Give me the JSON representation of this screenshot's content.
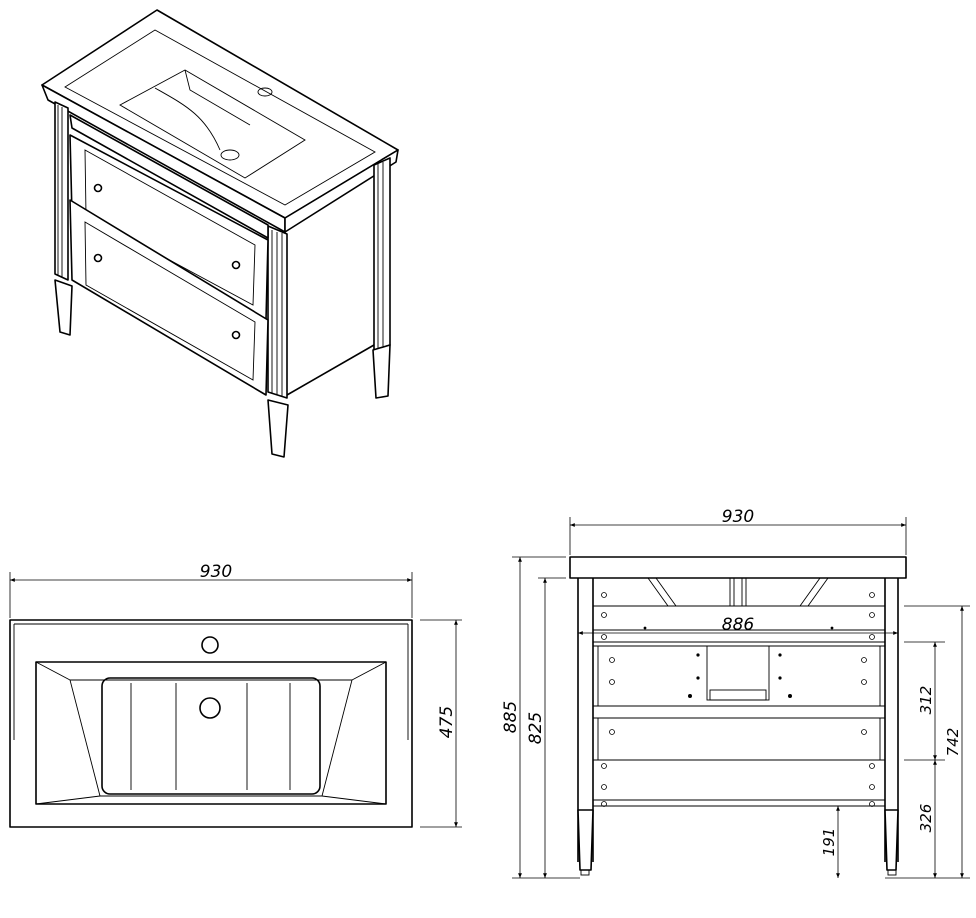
{
  "top_view": {
    "width_label": "930",
    "depth_label": "475"
  },
  "back_view": {
    "width_label": "930",
    "inner_width_label": "886",
    "total_height_label": "885",
    "frame_height_label": "825",
    "upper_section_label": "312",
    "body_height_label": "742",
    "lower_section_label": "326",
    "leg_height_label": "191"
  }
}
